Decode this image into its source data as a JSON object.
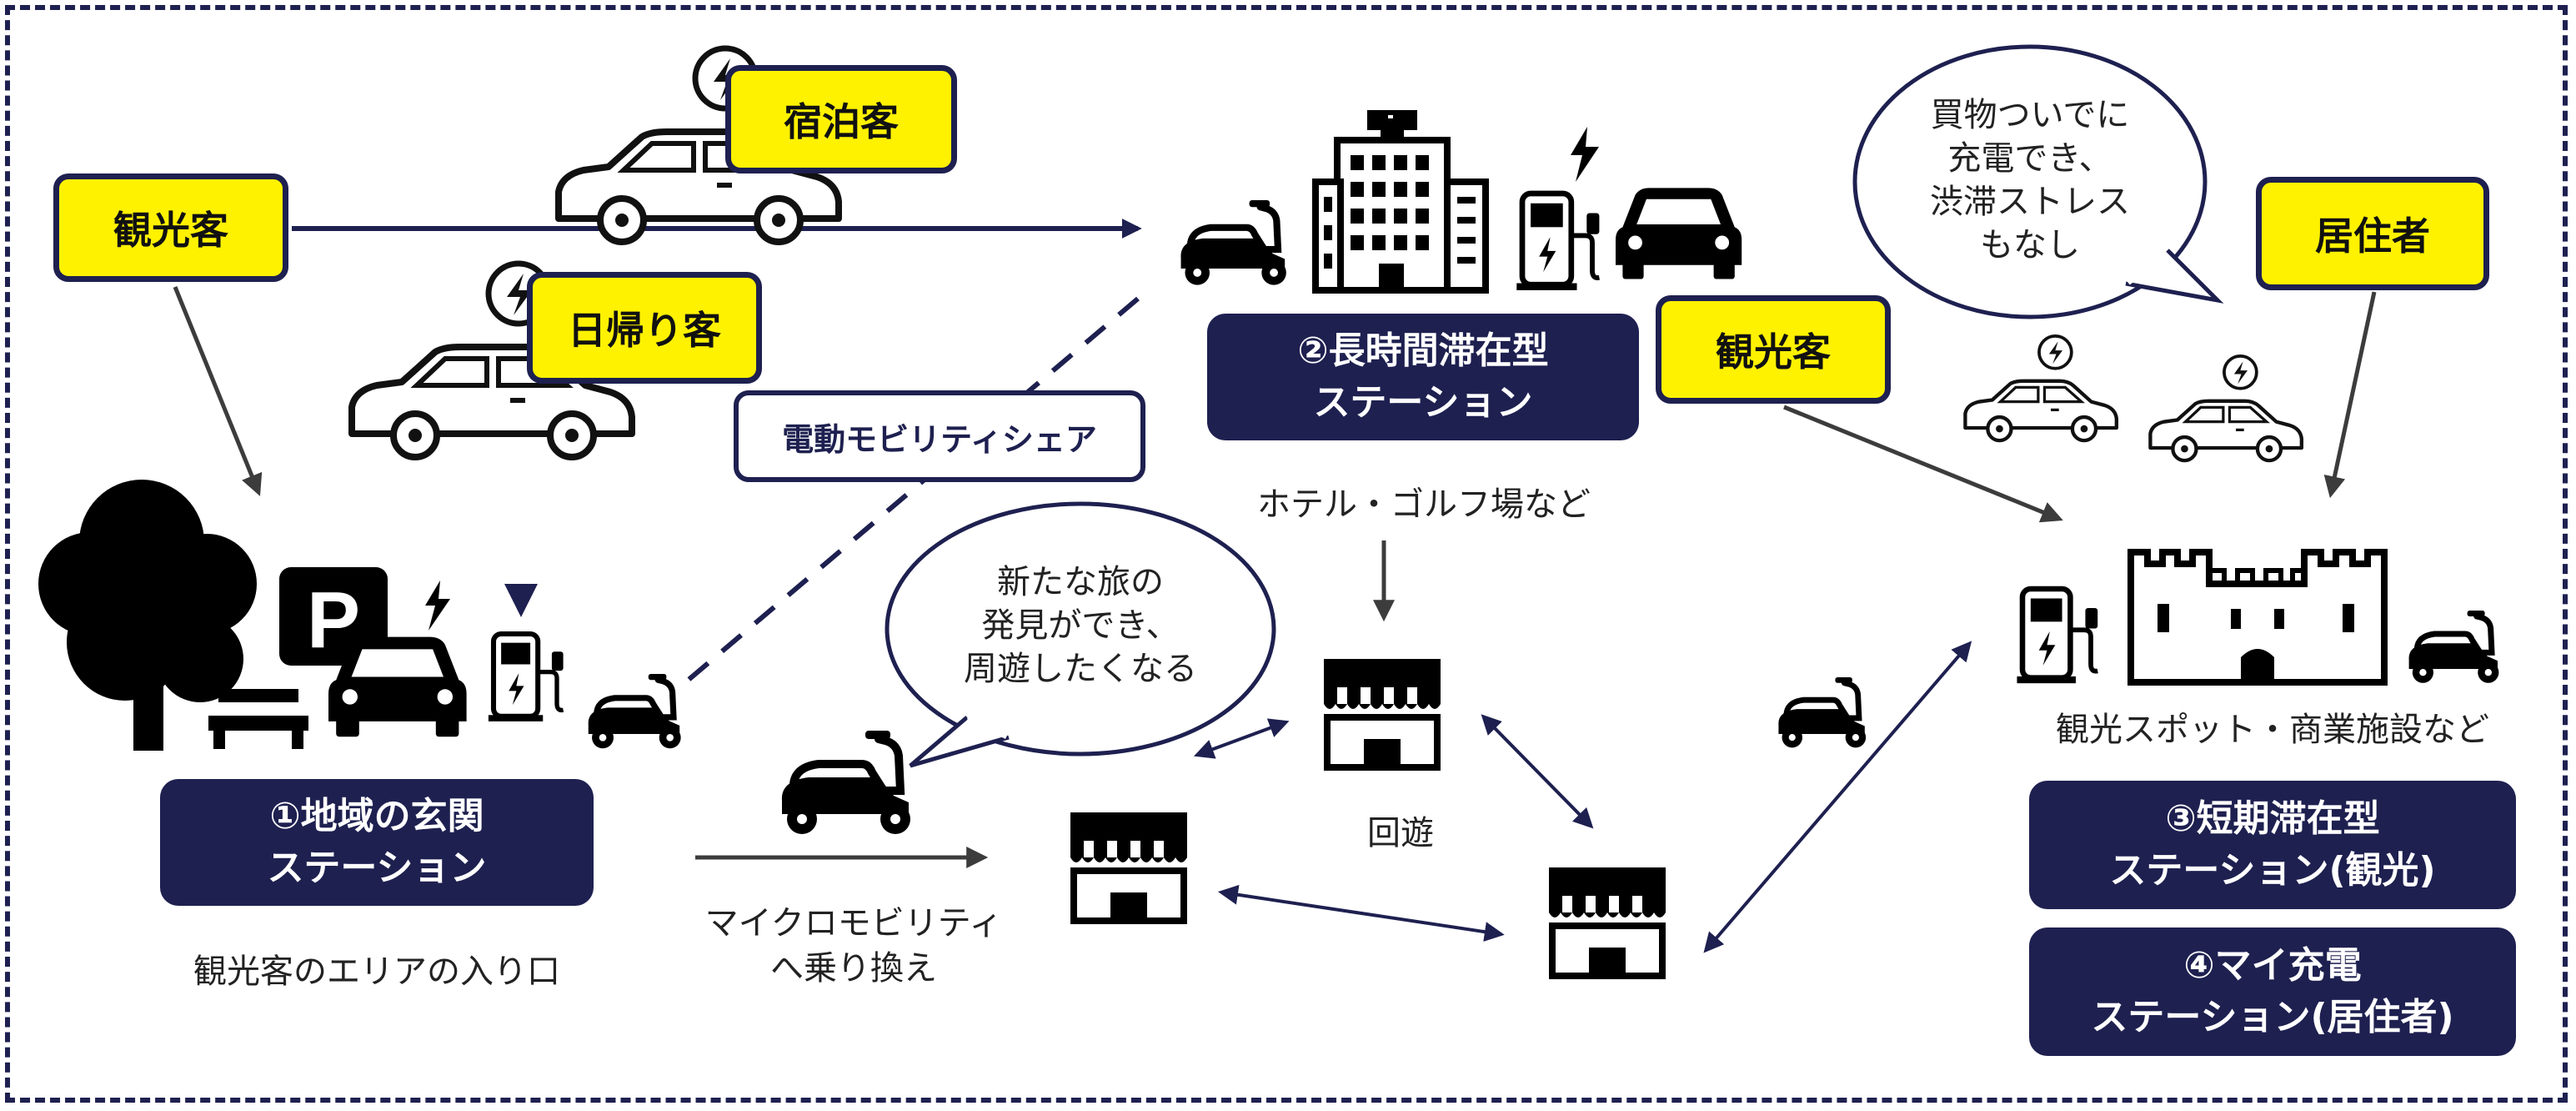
{
  "tags": {
    "kankoukyaku_left": "観光客",
    "shukuhakukyaku": "宿泊客",
    "higaerikyaku": "日帰り客",
    "kankoukyaku_mid": "観光客",
    "kyojuusha": "居住者"
  },
  "share_label": "電動モビリティシェア",
  "stations": {
    "s1": {
      "line1": "①地域の玄関",
      "line2": "ステーション",
      "caption": "観光客のエリアの入り口"
    },
    "s2": {
      "line1": "②長時間滞在型",
      "line2": "ステーション",
      "caption": "ホテル・ゴルフ場など"
    },
    "s3": {
      "line1": "③短期滞在型",
      "line2": "ステーション(観光)",
      "caption": "観光スポット・商業施設など"
    },
    "s4": {
      "line1": "④マイ充電",
      "line2": "ステーション(居住者)"
    }
  },
  "transfer": {
    "line1": "マイクロモビリティ",
    "line2": "へ乗り換え"
  },
  "kaiyu": "回遊",
  "bubble_left": {
    "line1": "新たな旅の",
    "line2": "発見ができ、",
    "line3": "周遊したくなる"
  },
  "bubble_right": {
    "line1": "買物ついでに",
    "line2": "充電でき、",
    "line3": "渋滞ストレス",
    "line4": "もなし"
  },
  "icons": {
    "ev_car": "ev-car-icon",
    "scooter": "scooter-icon",
    "shop": "shop-icon",
    "charger": "charger-icon",
    "parking": "parking-icon",
    "tree": "tree-icon",
    "building": "building-icon",
    "castle": "castle-icon",
    "car": "car-icon",
    "bench": "bench-icon"
  },
  "colors": {
    "navy": "#1e2050",
    "yellow": "#fff200",
    "black": "#000000"
  }
}
